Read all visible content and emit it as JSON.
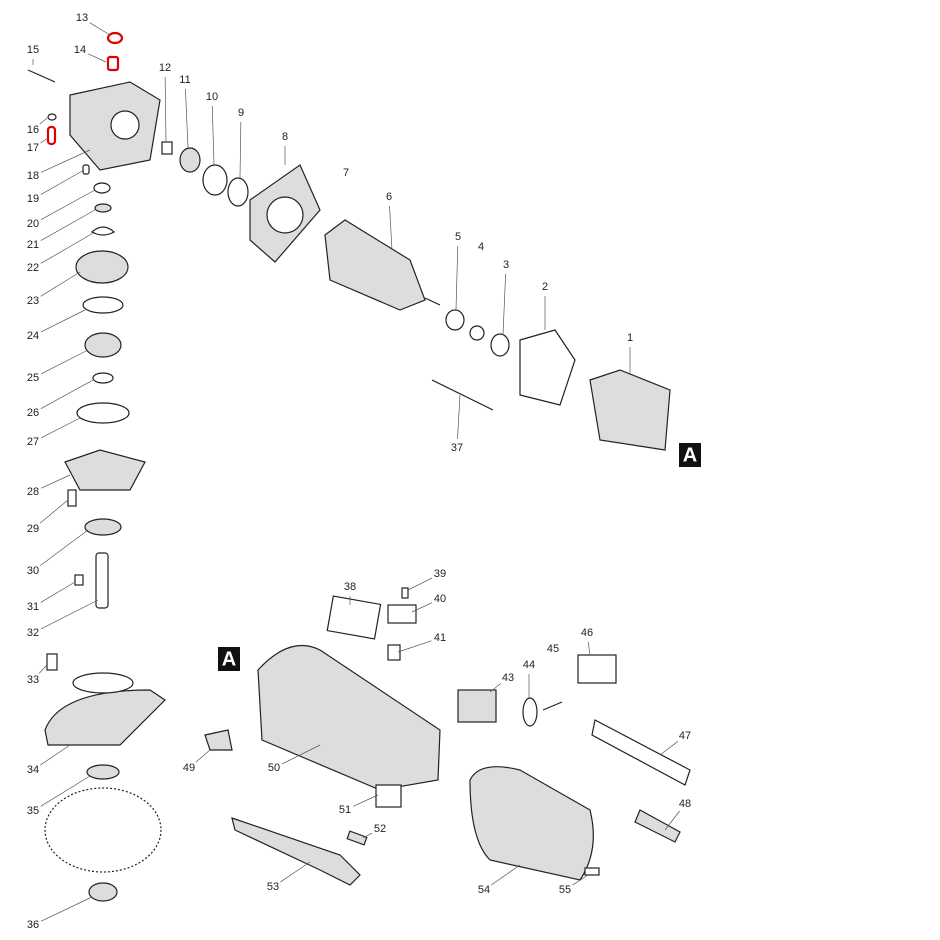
{
  "diagram": {
    "callouts": [
      "1",
      "2",
      "3",
      "4",
      "5",
      "6",
      "7",
      "8",
      "9",
      "10",
      "11",
      "12",
      "13",
      "14",
      "15",
      "16",
      "17",
      "18",
      "19",
      "20",
      "21",
      "22",
      "23",
      "24",
      "25",
      "26",
      "27",
      "28",
      "29",
      "30",
      "31",
      "32",
      "33",
      "34",
      "35",
      "36",
      "37",
      "38",
      "39",
      "40",
      "41",
      "43",
      "44",
      "45",
      "46",
      "47",
      "48",
      "49",
      "50",
      "51",
      "52",
      "53",
      "54",
      "55"
    ],
    "highlighted_parts": [
      "13",
      "14",
      "17"
    ],
    "highlight_color": "#e00000",
    "connector_marker": "A"
  }
}
